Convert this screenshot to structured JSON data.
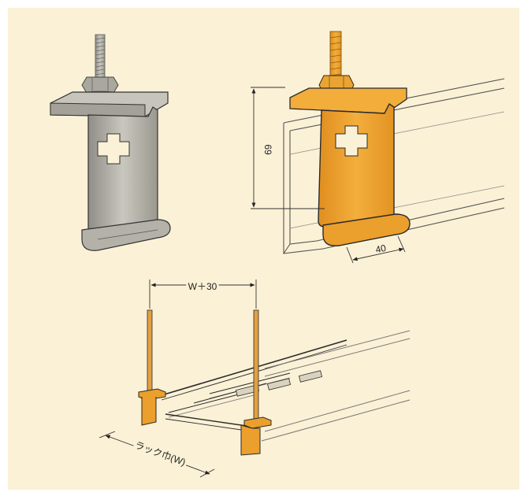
{
  "diagram": {
    "labels": {
      "height_dim": "69",
      "width_dim": "40",
      "spacing_dim": "W＋30",
      "rack_width": "ラック巾(W)"
    },
    "colors": {
      "background": "#fbf1d6",
      "bracket_steel": "#b9b7ad",
      "bracket_orange": "#f0a532",
      "outline": "#2a2a2a"
    }
  }
}
